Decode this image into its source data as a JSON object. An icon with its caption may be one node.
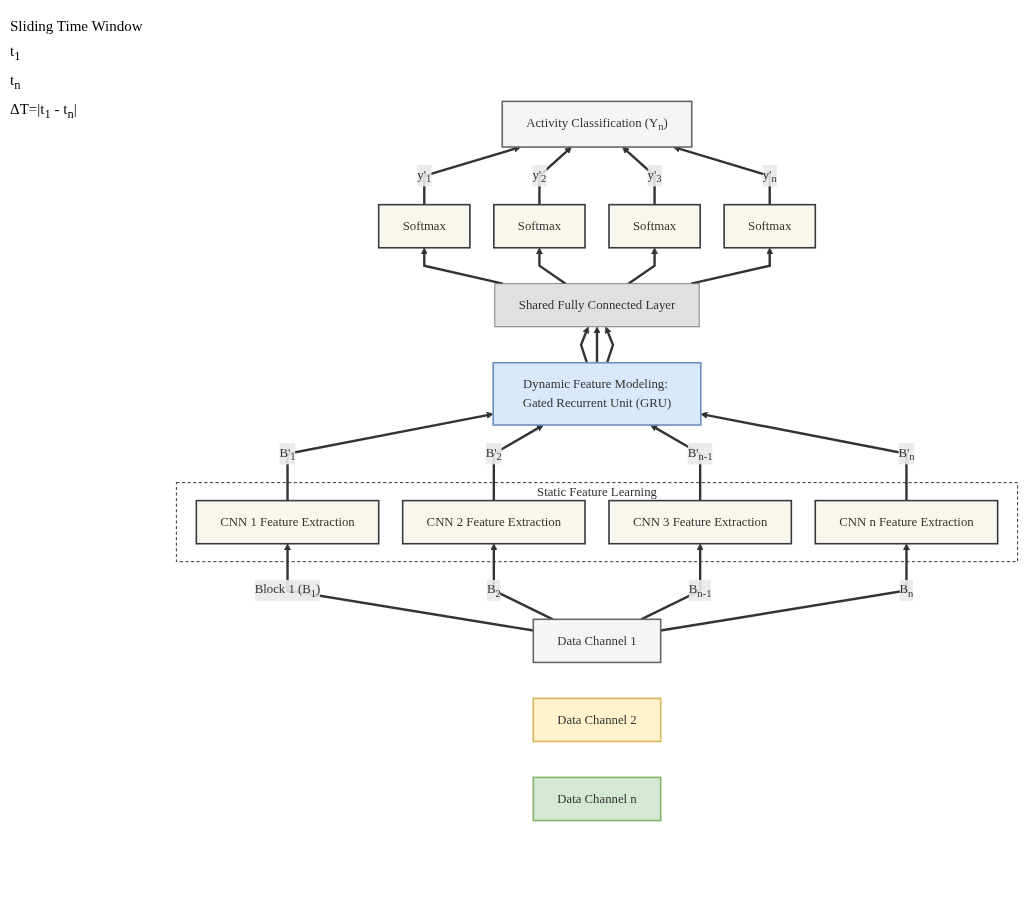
{
  "diagram": {
    "nodes": [
      {
        "text": [
          "Activity Classification (Y$_{n}$)"
        ]
      },
      {
        "text": [
          "Softmax"
        ]
      },
      {
        "text": [
          "Softmax"
        ]
      },
      {
        "text": [
          "Softmax"
        ]
      },
      {
        "text": [
          "Softmax"
        ]
      },
      {
        "text": [
          "Shared Fully Connected Layer"
        ]
      },
      {
        "text": [
          "Dynamic Feature Modeling: Gated Recurrent Unit (GRU)"
        ]
      },
      {
        "text": [
          "Static Feature Learning"
        ]
      },
      {
        "text": [
          "CNN 1 Feature Extraction"
        ],
        "in": 7
      },
      {
        "text": [
          "CNN 2 Feature Extraction"
        ],
        "in": 7
      },
      {
        "text": [
          "CNN 3 Feature Extraction"
        ],
        "in": 7
      },
      {
        "text": [
          "CNN n Feature Extraction"
        ],
        "in": 7
      },
      {
        "text": [
          "Data Channel 1"
        ]
      },
      {
        "text": [
          "Data Channel 2"
        ]
      },
      {
        "text": [
          "Data Channel n"
        ]
      }
    ],
    "edges": [
      {
        "from": 1,
        "to": 0,
        "arrow": "to",
        "label": "y'$_{1}$"
      },
      {
        "from": 2,
        "to": 0,
        "arrow": "to",
        "label": "y'$_{2}$"
      },
      {
        "from": 3,
        "to": 0,
        "arrow": "to",
        "label": "y'$_{3}$"
      },
      {
        "from": 4,
        "to": 0,
        "arrow": "to",
        "label": "y'$_{n}$"
      },
      {
        "from": 5,
        "to": 1,
        "arrow": "to"
      },
      {
        "from": 5,
        "to": 2,
        "arrow": "to"
      },
      {
        "from": 5,
        "to": 3,
        "arrow": "to"
      },
      {
        "from": 5,
        "to": 4,
        "arrow": "to"
      },
      {
        "from": 6,
        "to": 5,
        "arrow": "to"
      },
      {
        "from": 6,
        "to": 5,
        "arrow": "to"
      },
      {
        "from": 6,
        "to": 5,
        "arrow": "to"
      },
      {
        "from": 8,
        "to": 6,
        "arrow": "to",
        "label": "B'$_{1}$"
      },
      {
        "from": 9,
        "to": 6,
        "arrow": "to",
        "label": "B'$_{2}$"
      },
      {
        "from": 10,
        "to": 6,
        "arrow": "to",
        "label": "B'$_{n-1}$"
      },
      {
        "from": 11,
        "to": 6,
        "arrow": "to",
        "label": "B'$_{n}$"
      },
      {
        "from": 12,
        "to": 8,
        "arrow": "to",
        "label": "Block 1 (B$_{1}$)"
      },
      {
        "from": 12,
        "to": 9,
        "arrow": "to",
        "label": "B$_{2}$"
      },
      {
        "from": 12,
        "to": 10,
        "arrow": "to",
        "label": "B$_{n-1}$"
      },
      {
        "from": 12,
        "to": 11,
        "arrow": "to",
        "label": "B$_{n}$"
      }
    ],
    "labels": [
      "Sliding Time Window",
      "t$_{1}$",
      "t$_{n}$",
      "ΔT=|t$_{1}$ - t$_{n}$|"
    ]
  }
}
